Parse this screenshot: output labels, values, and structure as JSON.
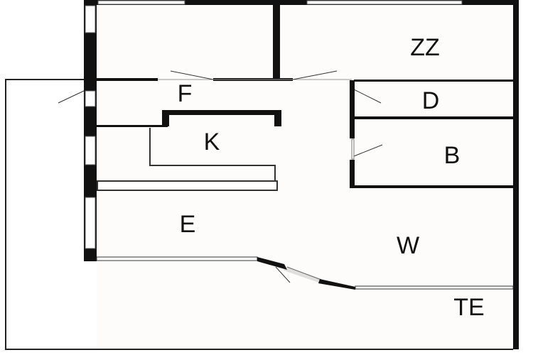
{
  "plan": {
    "rooms": [
      {
        "id": "zz",
        "label": "ZZ"
      },
      {
        "id": "f",
        "label": "F"
      },
      {
        "id": "d",
        "label": "D"
      },
      {
        "id": "k",
        "label": "K"
      },
      {
        "id": "b",
        "label": "B"
      },
      {
        "id": "e",
        "label": "E"
      },
      {
        "id": "w",
        "label": "W"
      },
      {
        "id": "te",
        "label": "TE"
      }
    ]
  },
  "colors": {
    "wall": "#111111",
    "floor": "#fdfcfb"
  }
}
